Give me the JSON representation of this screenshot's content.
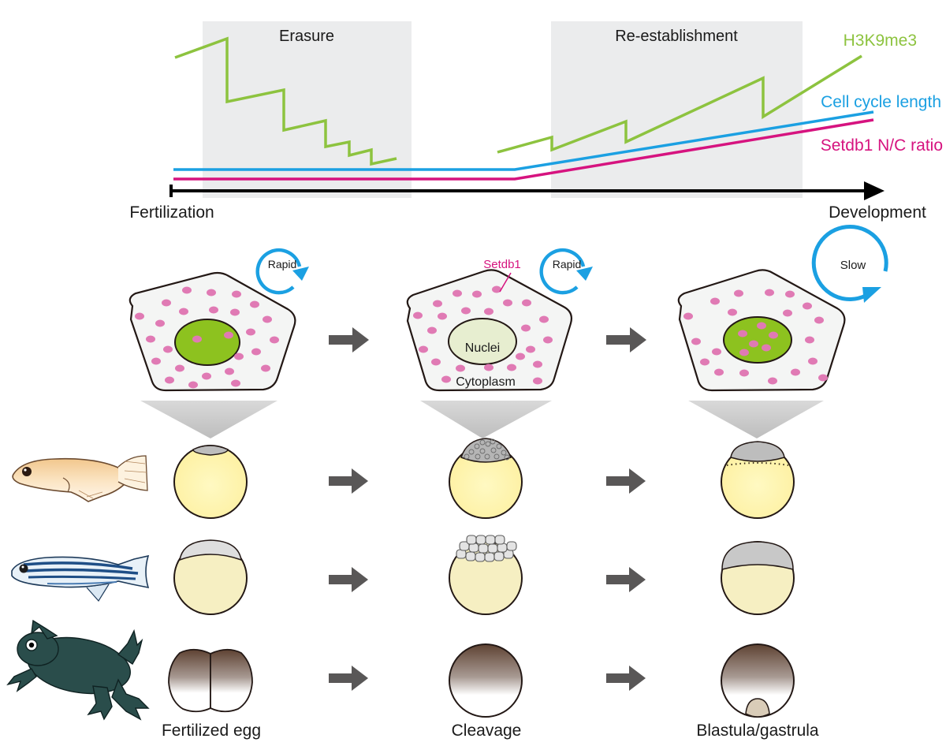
{
  "timeline": {
    "phase_erasure": "Erasure",
    "phase_reestablishment": "Re-establishment",
    "start_label": "Fertilization",
    "end_label": "Development",
    "series": [
      {
        "name": "H3K9me3",
        "color": "#8dc33f"
      },
      {
        "name": "Cell cycle length",
        "color": "#1ba0e2"
      },
      {
        "name": "Setdb1 N/C ratio",
        "color": "#d6137f"
      }
    ]
  },
  "cells": {
    "cycle_rapid_1": "Rapid",
    "cycle_rapid_2": "Rapid",
    "cycle_slow": "Slow",
    "setdb1_label": "Setdb1",
    "nuclei_label": "Nuclei",
    "cytoplasm_label": "Cytoplasm"
  },
  "stages": {
    "stage_1": "Fertilized egg",
    "stage_2": "Cleavage",
    "stage_3": "Blastula/gastrula"
  },
  "organisms": [
    "medaka-fish-icon",
    "zebrafish-icon",
    "frog-icon"
  ],
  "colors": {
    "h3k9me3": "#8dc33f",
    "cell_cycle": "#1ba0e2",
    "setdb1": "#d6137f",
    "setdb1_dot": "#e07ab4",
    "phase_bg": "#ebeced",
    "yolk": "#fdf6ae",
    "arrow": "#595757"
  }
}
